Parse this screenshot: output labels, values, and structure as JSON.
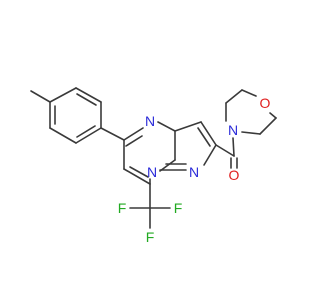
{
  "molecule": {
    "atom_colors": {
      "N": "#2b2bd9",
      "O": "#e02020",
      "F": "#22aa22",
      "bond": "#3a3a3a"
    },
    "labels": {
      "pyrimidine_n": "N",
      "pyrazole_n1": "N",
      "pyrazole_n2": "N",
      "morpholine_n": "N",
      "morpholine_o": "O",
      "carbonyl_o": "O",
      "fluorine_top": "F",
      "fluorine_left": "F",
      "fluorine_right": "F"
    }
  }
}
